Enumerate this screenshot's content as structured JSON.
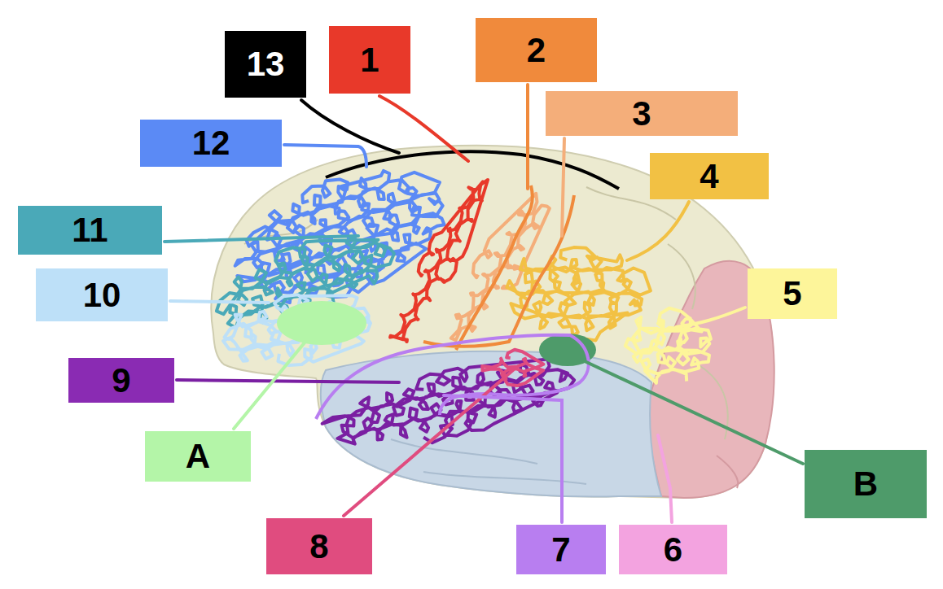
{
  "diagram": {
    "nodes": [
      {
        "text": [
          "13"
        ]
      },
      {
        "text": [
          "1"
        ]
      },
      {
        "text": [
          "2"
        ]
      },
      {
        "text": [
          "3"
        ]
      },
      {
        "text": [
          "12"
        ]
      },
      {
        "text": [
          "4"
        ]
      },
      {
        "text": [
          "11"
        ]
      },
      {
        "text": [
          "10"
        ]
      },
      {
        "text": [
          "5"
        ]
      },
      {
        "text": [
          "9"
        ]
      },
      {
        "text": [
          "A"
        ]
      },
      {
        "text": [
          "B"
        ]
      },
      {
        "text": [
          "8"
        ]
      },
      {
        "text": [
          "7"
        ]
      },
      {
        "text": [
          "6"
        ]
      }
    ]
  }
}
